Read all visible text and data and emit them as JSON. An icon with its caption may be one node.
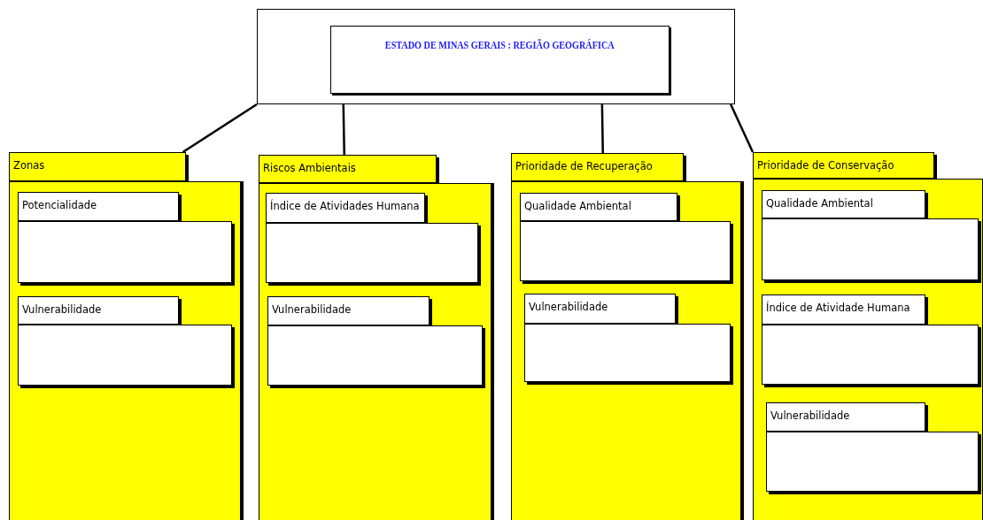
{
  "diagram": {
    "nodes": [
      {
        "text": [],
        "shape": "box"
      },
      {
        "text": [
          "ESTADO DE MINAS GERAIS : REGIÃO GEOGRÁFICA"
        ],
        "in": 0
      },
      {
        "text": [
          "Zonas"
        ]
      },
      {
        "text": [
          "Potencialidade"
        ],
        "in": 2
      },
      {
        "text": [
          "Vulnerabilidade"
        ],
        "in": 2
      },
      {
        "text": [
          "Riscos Ambientais"
        ]
      },
      {
        "text": [
          "Índice de Atividades Humana"
        ],
        "in": 5
      },
      {
        "text": [
          "Vulnerabilidade"
        ],
        "in": 5
      },
      {
        "text": [
          "Prioridade de Recuperação"
        ]
      },
      {
        "text": [
          "Qualidade Ambiental"
        ],
        "in": 8
      },
      {
        "text": [
          "Vulnerabilidade"
        ],
        "in": 8
      },
      {
        "text": [
          "Prioridade de Conservação"
        ]
      },
      {
        "text": [
          "Qualidade Ambiental"
        ],
        "in": 11
      },
      {
        "text": [
          "Índice de Atividade Humana"
        ],
        "in": 11
      },
      {
        "text": [
          "Vulnerabilidade"
        ],
        "in": 11
      }
    ],
    "edges": [
      {
        "from": 0,
        "to": 2,
        "arrow": "none"
      },
      {
        "from": 0,
        "to": 5,
        "arrow": "none"
      },
      {
        "from": 0,
        "to": 8,
        "arrow": "none"
      },
      {
        "from": 0,
        "to": 11,
        "arrow": "none"
      }
    ]
  }
}
